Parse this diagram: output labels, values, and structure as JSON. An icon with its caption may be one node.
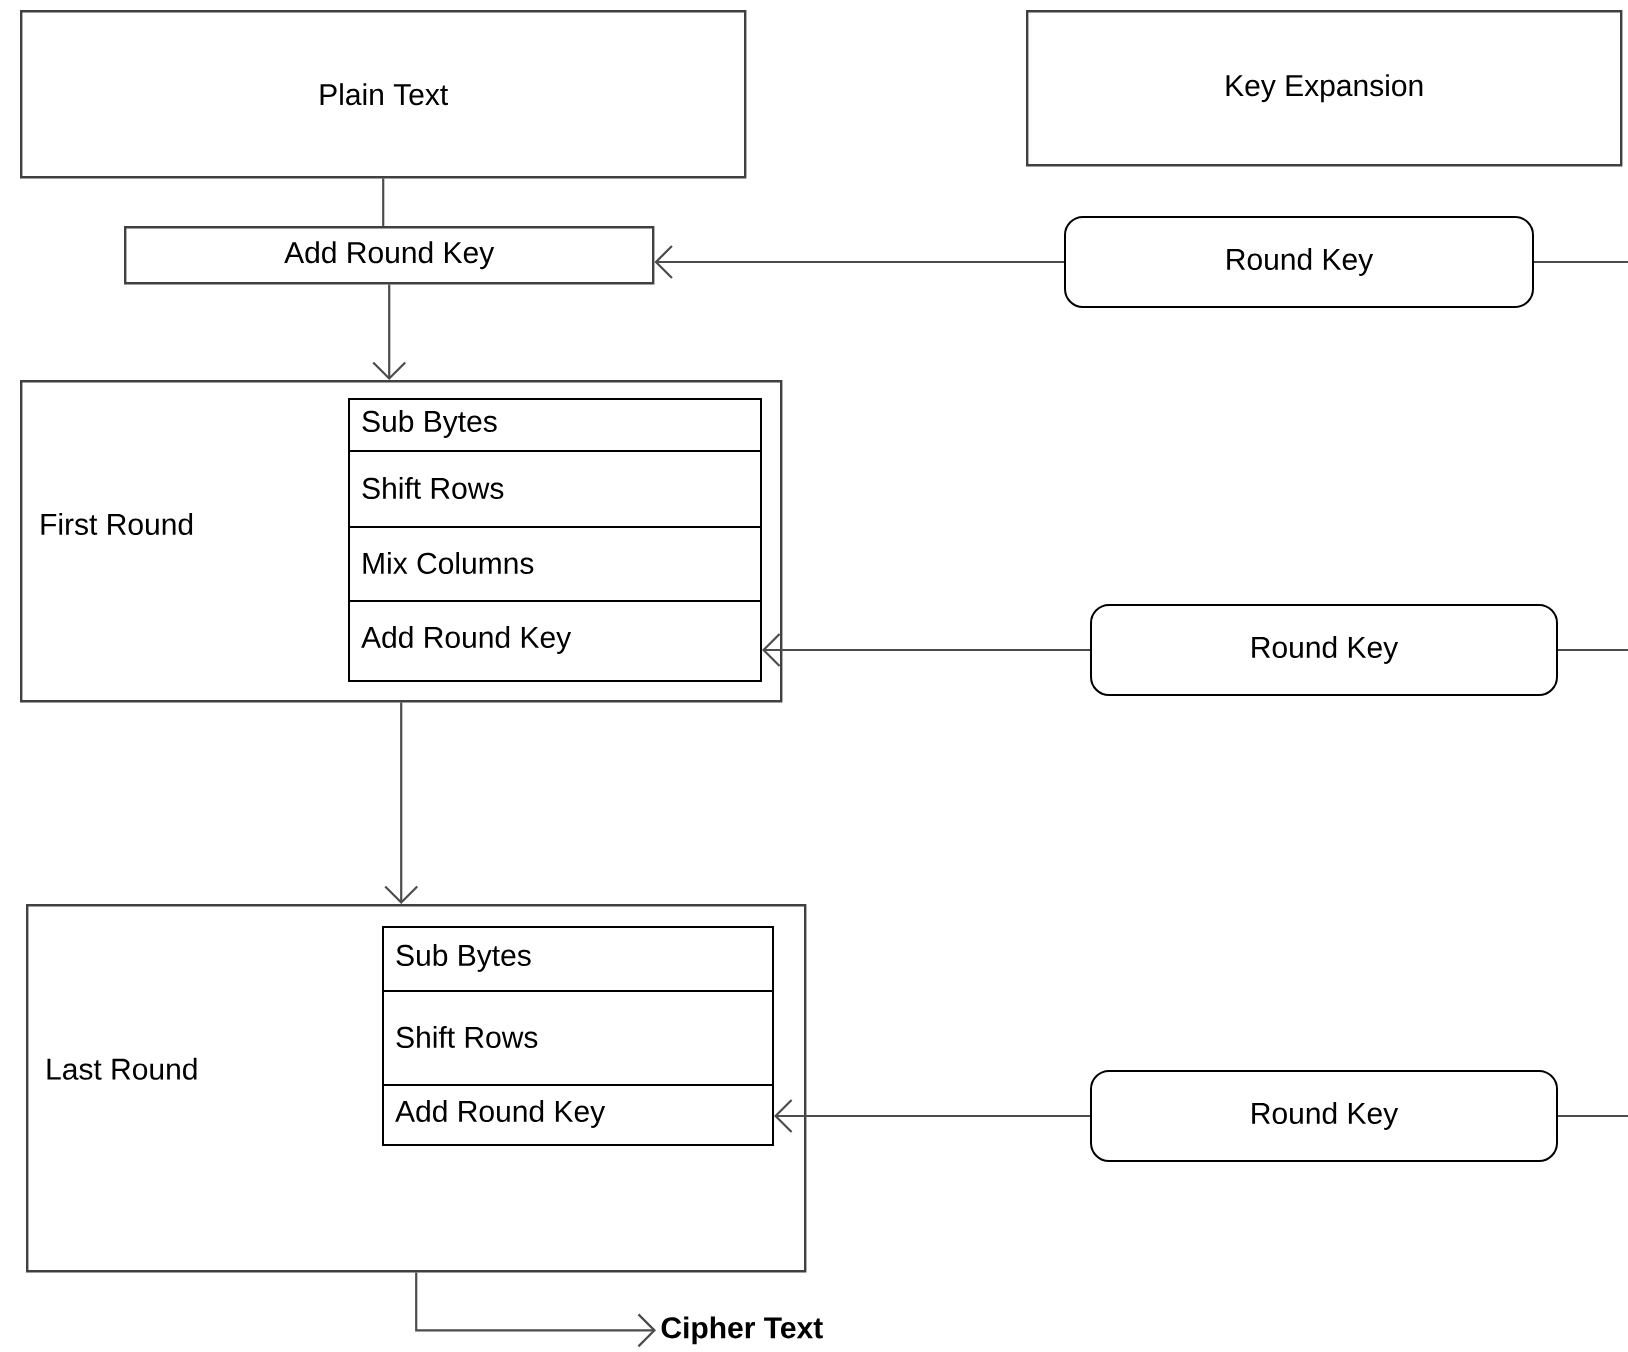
{
  "diagram": {
    "nodes": [
      {
        "text": [
          "Plain Text"
        ]
      },
      {
        "text": [
          "Key Expansion"
        ]
      },
      {
        "text": [
          "Add Round Key"
        ]
      },
      {
        "text": [
          "Round Key"
        ]
      },
      {
        "text": [
          "First Round"
        ]
      },
      {
        "text": [
          "Sub Bytes"
        ],
        "in": 4
      },
      {
        "text": [
          "Shift Rows"
        ],
        "in": 4
      },
      {
        "text": [
          "Mix Columns"
        ],
        "in": 4
      },
      {
        "text": [
          "Add Round Key"
        ],
        "in": 4
      },
      {
        "text": [
          "Round Key"
        ]
      },
      {
        "text": [
          "Last Round"
        ]
      },
      {
        "text": [
          "Sub Bytes"
        ],
        "in": 10
      },
      {
        "text": [
          "Shift Rows"
        ],
        "in": 10
      },
      {
        "text": [
          "Add Round Key"
        ],
        "in": 10
      },
      {
        "text": [
          "Round Key"
        ]
      },
      {
        "text": [
          "Cipher Text"
        ]
      }
    ],
    "edges": [
      {
        "from": 0,
        "to": 2,
        "arrow": "none"
      },
      {
        "from": 3,
        "to": 2,
        "arrow": "to"
      },
      {
        "from": 3,
        "to": null,
        "arrow": "none"
      },
      {
        "from": 2,
        "to": 4,
        "arrow": "to"
      },
      {
        "from": 9,
        "to": 8,
        "arrow": "to"
      },
      {
        "from": 9,
        "to": null,
        "arrow": "none"
      },
      {
        "from": 4,
        "to": 10,
        "arrow": "to"
      },
      {
        "from": 14,
        "to": 13,
        "arrow": "to"
      },
      {
        "from": 14,
        "to": null,
        "arrow": "none"
      },
      {
        "from": 10,
        "to": 15,
        "arrow": "to"
      }
    ]
  }
}
